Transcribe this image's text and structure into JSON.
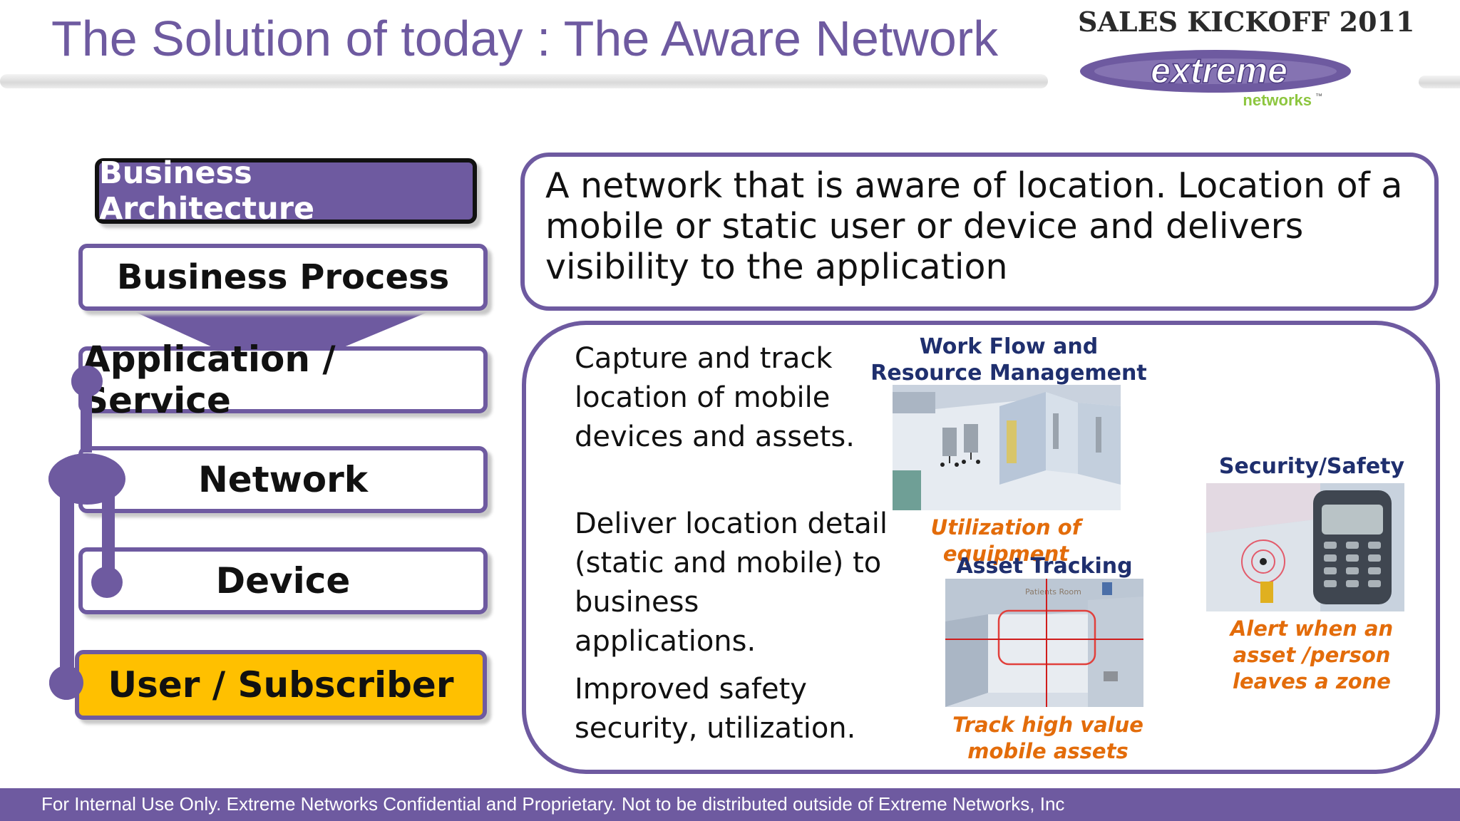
{
  "slide": {
    "title": "The Solution of today : The Aware Network",
    "event": "SALES KICKOFF 2011",
    "logo": {
      "brand": "extreme",
      "sub": "networks",
      "tm": "™"
    }
  },
  "stack": {
    "business_architecture": "Business Architecture",
    "business_process": "Business Process",
    "application_service": "Application / Service",
    "network": "Network",
    "device": "Device",
    "user_subscriber": "User / Subscriber"
  },
  "description": "A network that is aware of location. Location of a mobile or static user or device and delivers visibility to the application",
  "bullets": [
    "Capture and track location of mobile devices and assets.",
    "Deliver location detail (static and mobile) to business applications.",
    "Improved safety security, utilization."
  ],
  "examples": {
    "workflow": {
      "title": "Work Flow and Resource Management",
      "caption": "Utilization of equipment"
    },
    "asset_tracking": {
      "title": "Asset Tracking",
      "caption": "Track high value mobile assets",
      "sign": "Patients Room"
    },
    "security": {
      "title": "Security/Safety",
      "caption": "Alert when an asset /person leaves a zone"
    }
  },
  "footer": "For Internal Use Only. Extreme Networks Confidential and Proprietary. Not to be distributed outside of Extreme Networks, Inc",
  "colors": {
    "accent_purple": "#6e5aa0",
    "highlight_yellow": "#ffc000",
    "caption_orange": "#e36c0a",
    "caption_navy": "#1f2f6e"
  }
}
